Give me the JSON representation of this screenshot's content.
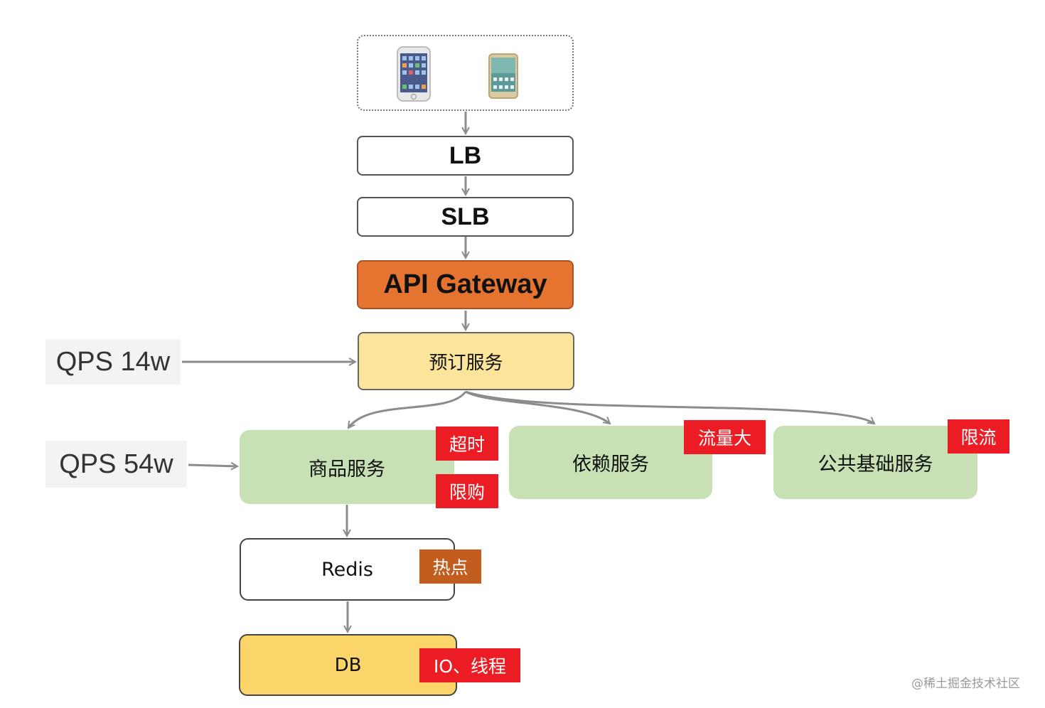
{
  "nodes": {
    "lb": "LB",
    "slb": "SLB",
    "gateway": "API Gateway",
    "booking": "预订服务",
    "goods": "商品服务",
    "dependency": "依赖服务",
    "common": "公共基础服务",
    "redis": "Redis",
    "db": "DB"
  },
  "qps": {
    "booking": "QPS 14w",
    "goods": "QPS 54w"
  },
  "tags": {
    "timeout": "超时",
    "limit_buy": "限购",
    "heavy_traffic": "流量大",
    "rate_limit": "限流",
    "hotspot": "热点",
    "io_threads": "IO、线程"
  },
  "clients": {
    "icons": [
      "iphone-icon",
      "android-phone-icon"
    ]
  },
  "colors": {
    "gateway": "#e4742f",
    "booking": "#fde49b",
    "service": "#c7e0b4",
    "db": "#fcd56a",
    "tag_red": "#ec1c24",
    "tag_orange": "#c25d1d",
    "arrow": "#8c8c8c"
  },
  "watermark": "@稀土掘金技术社区"
}
